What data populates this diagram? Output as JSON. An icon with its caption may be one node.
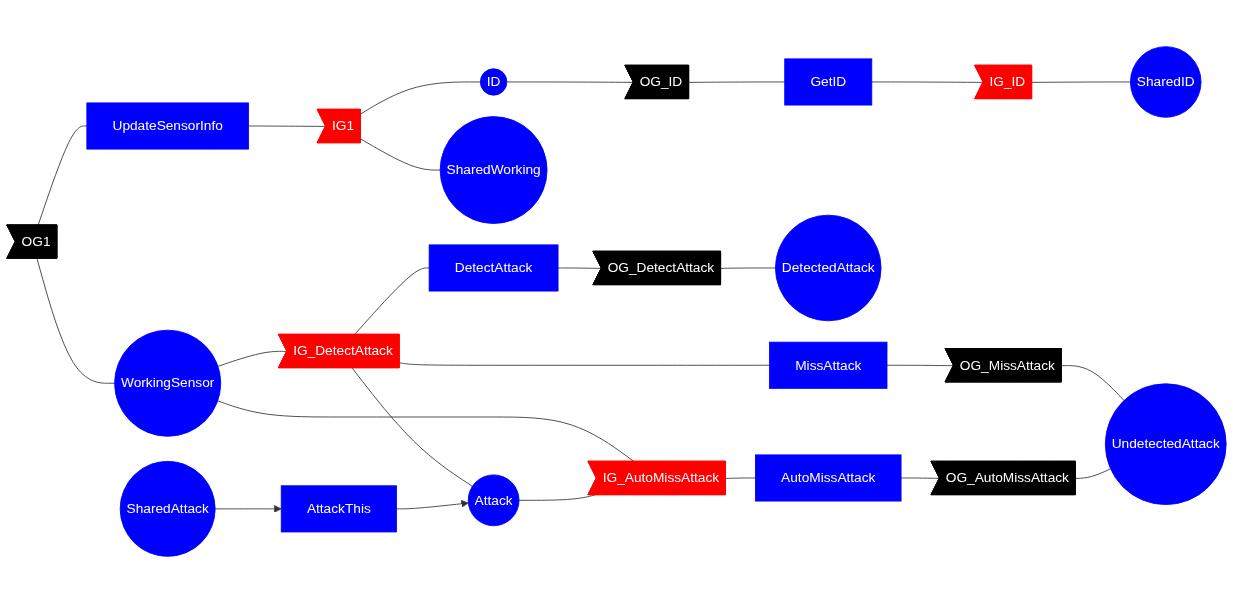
{
  "diagram": {
    "nodes": [
      {
        "text": [
          "ID"
        ]
      },
      {
        "text": [
          "OG_ID"
        ]
      },
      {
        "text": [
          "GetID"
        ]
      },
      {
        "text": [
          "IG_ID"
        ]
      },
      {
        "text": [
          "SharedID"
        ]
      },
      {
        "text": [
          "OG1"
        ]
      },
      {
        "text": [
          "UpdateSensorInfo"
        ]
      },
      {
        "text": [
          "IG1"
        ]
      },
      {
        "text": [
          "SharedWorking"
        ]
      },
      {
        "text": [
          "WorkingSensor"
        ]
      },
      {
        "text": [
          "IG_DetectAttack"
        ]
      },
      {
        "text": [
          "DetectAttack"
        ]
      },
      {
        "text": [
          "OG_DetectAttack"
        ]
      },
      {
        "text": [
          "DetectedAttack"
        ]
      },
      {
        "text": [
          "MissAttack"
        ]
      },
      {
        "text": [
          "OG_MissAttack"
        ]
      },
      {
        "text": [
          "Attack"
        ]
      },
      {
        "text": [
          "IG_AutoMissAttack"
        ]
      },
      {
        "text": [
          "AutoMissAttack"
        ]
      },
      {
        "text": [
          "OG_AutoMissAttack"
        ]
      },
      {
        "text": [
          "UndetectedAttack"
        ]
      },
      {
        "text": [
          "AttackThis"
        ]
      },
      {
        "text": [
          "SharedAttack"
        ]
      }
    ],
    "edges": [
      {
        "from": 0,
        "to": 1,
        "arrow": "none"
      },
      {
        "from": 1,
        "to": 2,
        "arrow": "none"
      },
      {
        "from": 2,
        "to": 3,
        "arrow": "none"
      },
      {
        "from": 3,
        "to": 4,
        "arrow": "none"
      },
      {
        "from": 5,
        "to": 6,
        "arrow": "none"
      },
      {
        "from": 6,
        "to": 7,
        "arrow": "none"
      },
      {
        "from": 7,
        "to": 0,
        "arrow": "none"
      },
      {
        "from": 7,
        "to": 8,
        "arrow": "none"
      },
      {
        "from": 5,
        "to": 9,
        "arrow": "none"
      },
      {
        "from": 9,
        "to": 10,
        "arrow": "none"
      },
      {
        "from": 10,
        "to": 11,
        "arrow": "none"
      },
      {
        "from": 11,
        "to": 12,
        "arrow": "none"
      },
      {
        "from": 12,
        "to": 13,
        "arrow": "none"
      },
      {
        "from": 10,
        "to": 16,
        "arrow": "none"
      },
      {
        "from": 10,
        "to": 14,
        "arrow": "none"
      },
      {
        "from": 14,
        "to": 15,
        "arrow": "none"
      },
      {
        "from": 15,
        "to": 20,
        "arrow": "none"
      },
      {
        "from": 9,
        "to": 17,
        "arrow": "none"
      },
      {
        "from": 16,
        "to": 17,
        "arrow": "none"
      },
      {
        "from": 17,
        "to": 18,
        "arrow": "none"
      },
      {
        "from": 18,
        "to": 19,
        "arrow": "none"
      },
      {
        "from": 19,
        "to": 20,
        "arrow": "none"
      },
      {
        "from": 21,
        "to": 16,
        "arrow": "to"
      },
      {
        "from": 22,
        "to": 21,
        "arrow": "to"
      }
    ]
  }
}
